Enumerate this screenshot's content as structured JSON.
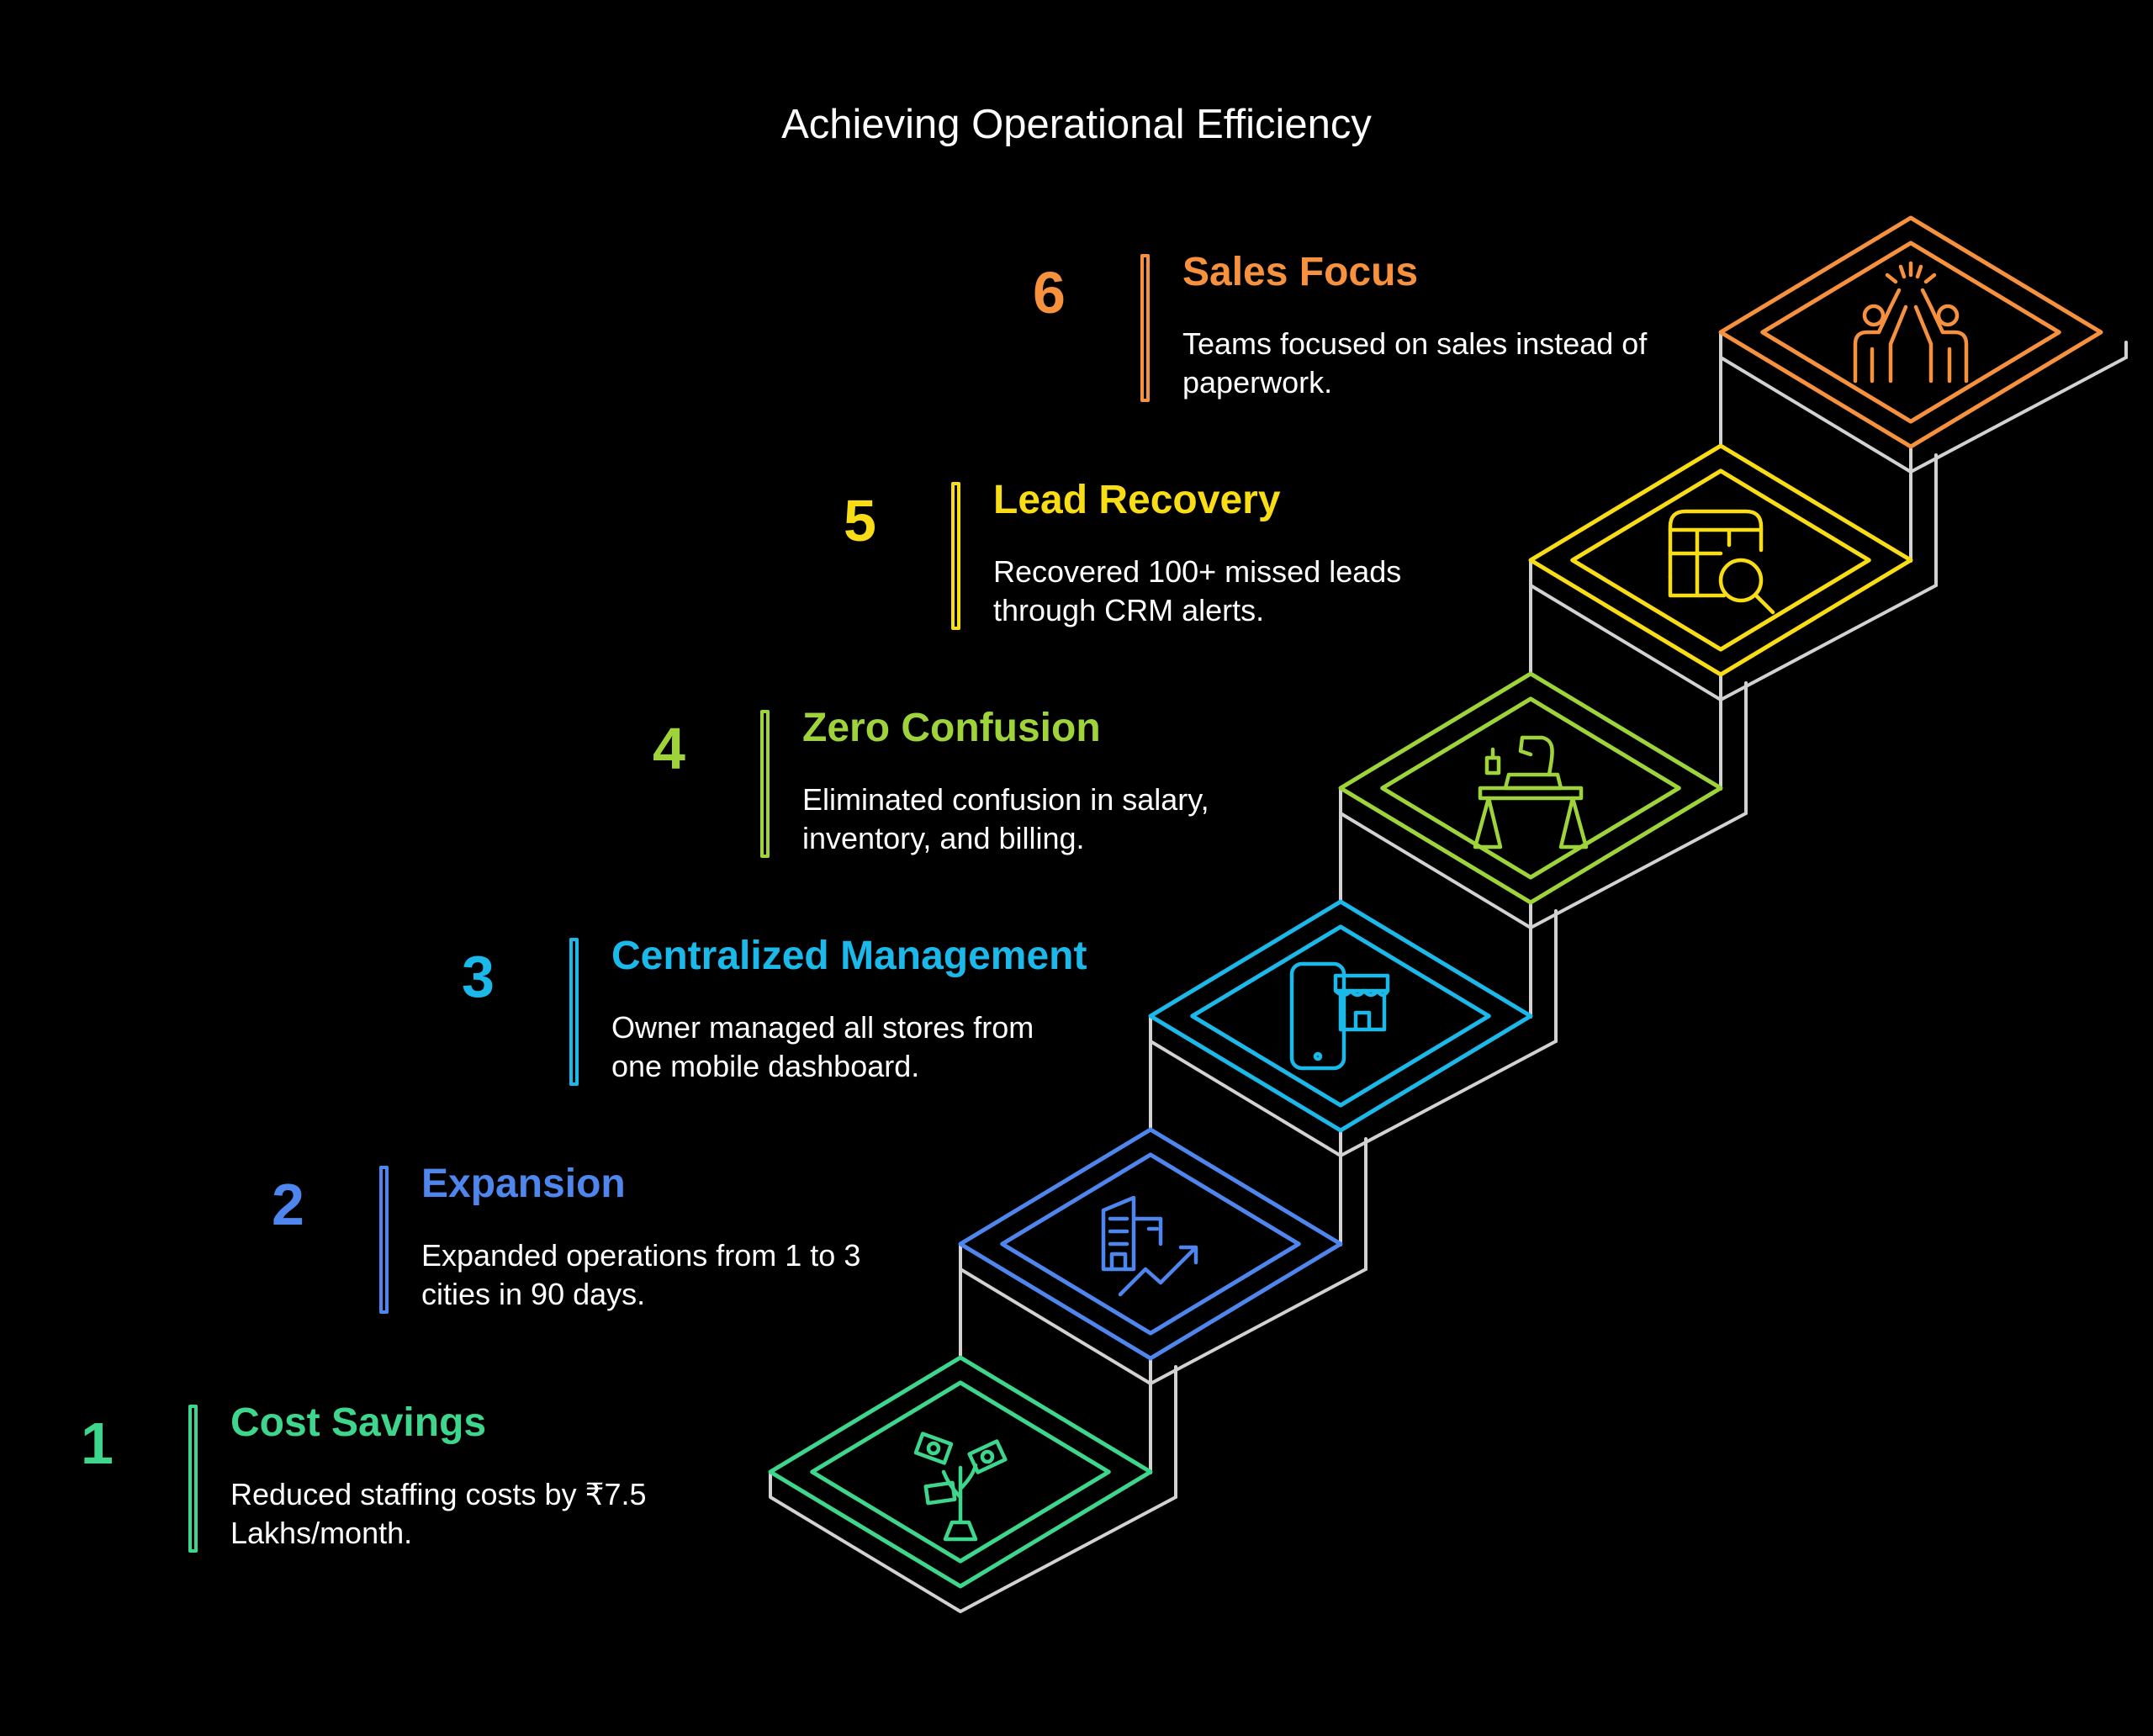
{
  "title": "Achieving Operational Efficiency",
  "steps": [
    {
      "number": "1",
      "heading": "Cost Savings",
      "description": "Reduced staffing costs by ₹7.5 Lakhs/month.",
      "color": "#3dd68c",
      "icon": "money-plant-icon"
    },
    {
      "number": "2",
      "heading": "Expansion",
      "description": "Expanded operations from 1 to 3 cities in 90 days.",
      "color": "#4f86ee",
      "icon": "city-growth-icon"
    },
    {
      "number": "3",
      "heading": "Centralized Management",
      "description": "Owner managed all stores from one mobile dashboard.",
      "color": "#1ab9ea",
      "icon": "mobile-store-icon"
    },
    {
      "number": "4",
      "heading": "Zero Confusion",
      "description": "Eliminated confusion in salary, inventory, and billing.",
      "color": "#9ed43a",
      "icon": "desk-lamp-icon"
    },
    {
      "number": "5",
      "heading": "Lead Recovery",
      "description": "Recovered 100+ missed leads through CRM alerts.",
      "color": "#f8dc16",
      "icon": "table-search-icon"
    },
    {
      "number": "6",
      "heading": "Sales Focus",
      "description": "Teams focused on sales instead of paperwork.",
      "color": "#f7913d",
      "icon": "team-high-five-icon"
    }
  ]
}
